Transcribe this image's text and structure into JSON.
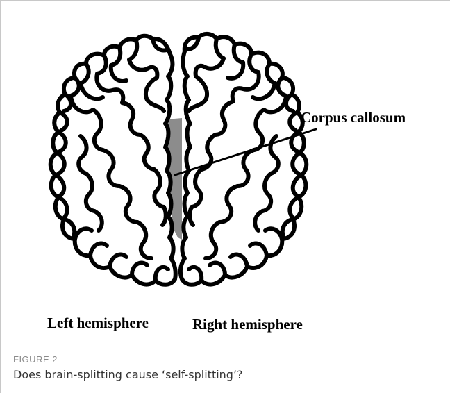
{
  "figure": {
    "labels": {
      "corpus_callosum": "Corpus callosum",
      "left_hemisphere": "Left hemisphere",
      "right_hemisphere": "Right hemisphere"
    },
    "colors": {
      "outline": "#000000",
      "corpus_fill": "#8c8c8c",
      "background": "#ffffff"
    }
  },
  "caption": {
    "number": "FIGURE 2",
    "text": "Does brain-splitting cause ‘self-splitting’?"
  }
}
